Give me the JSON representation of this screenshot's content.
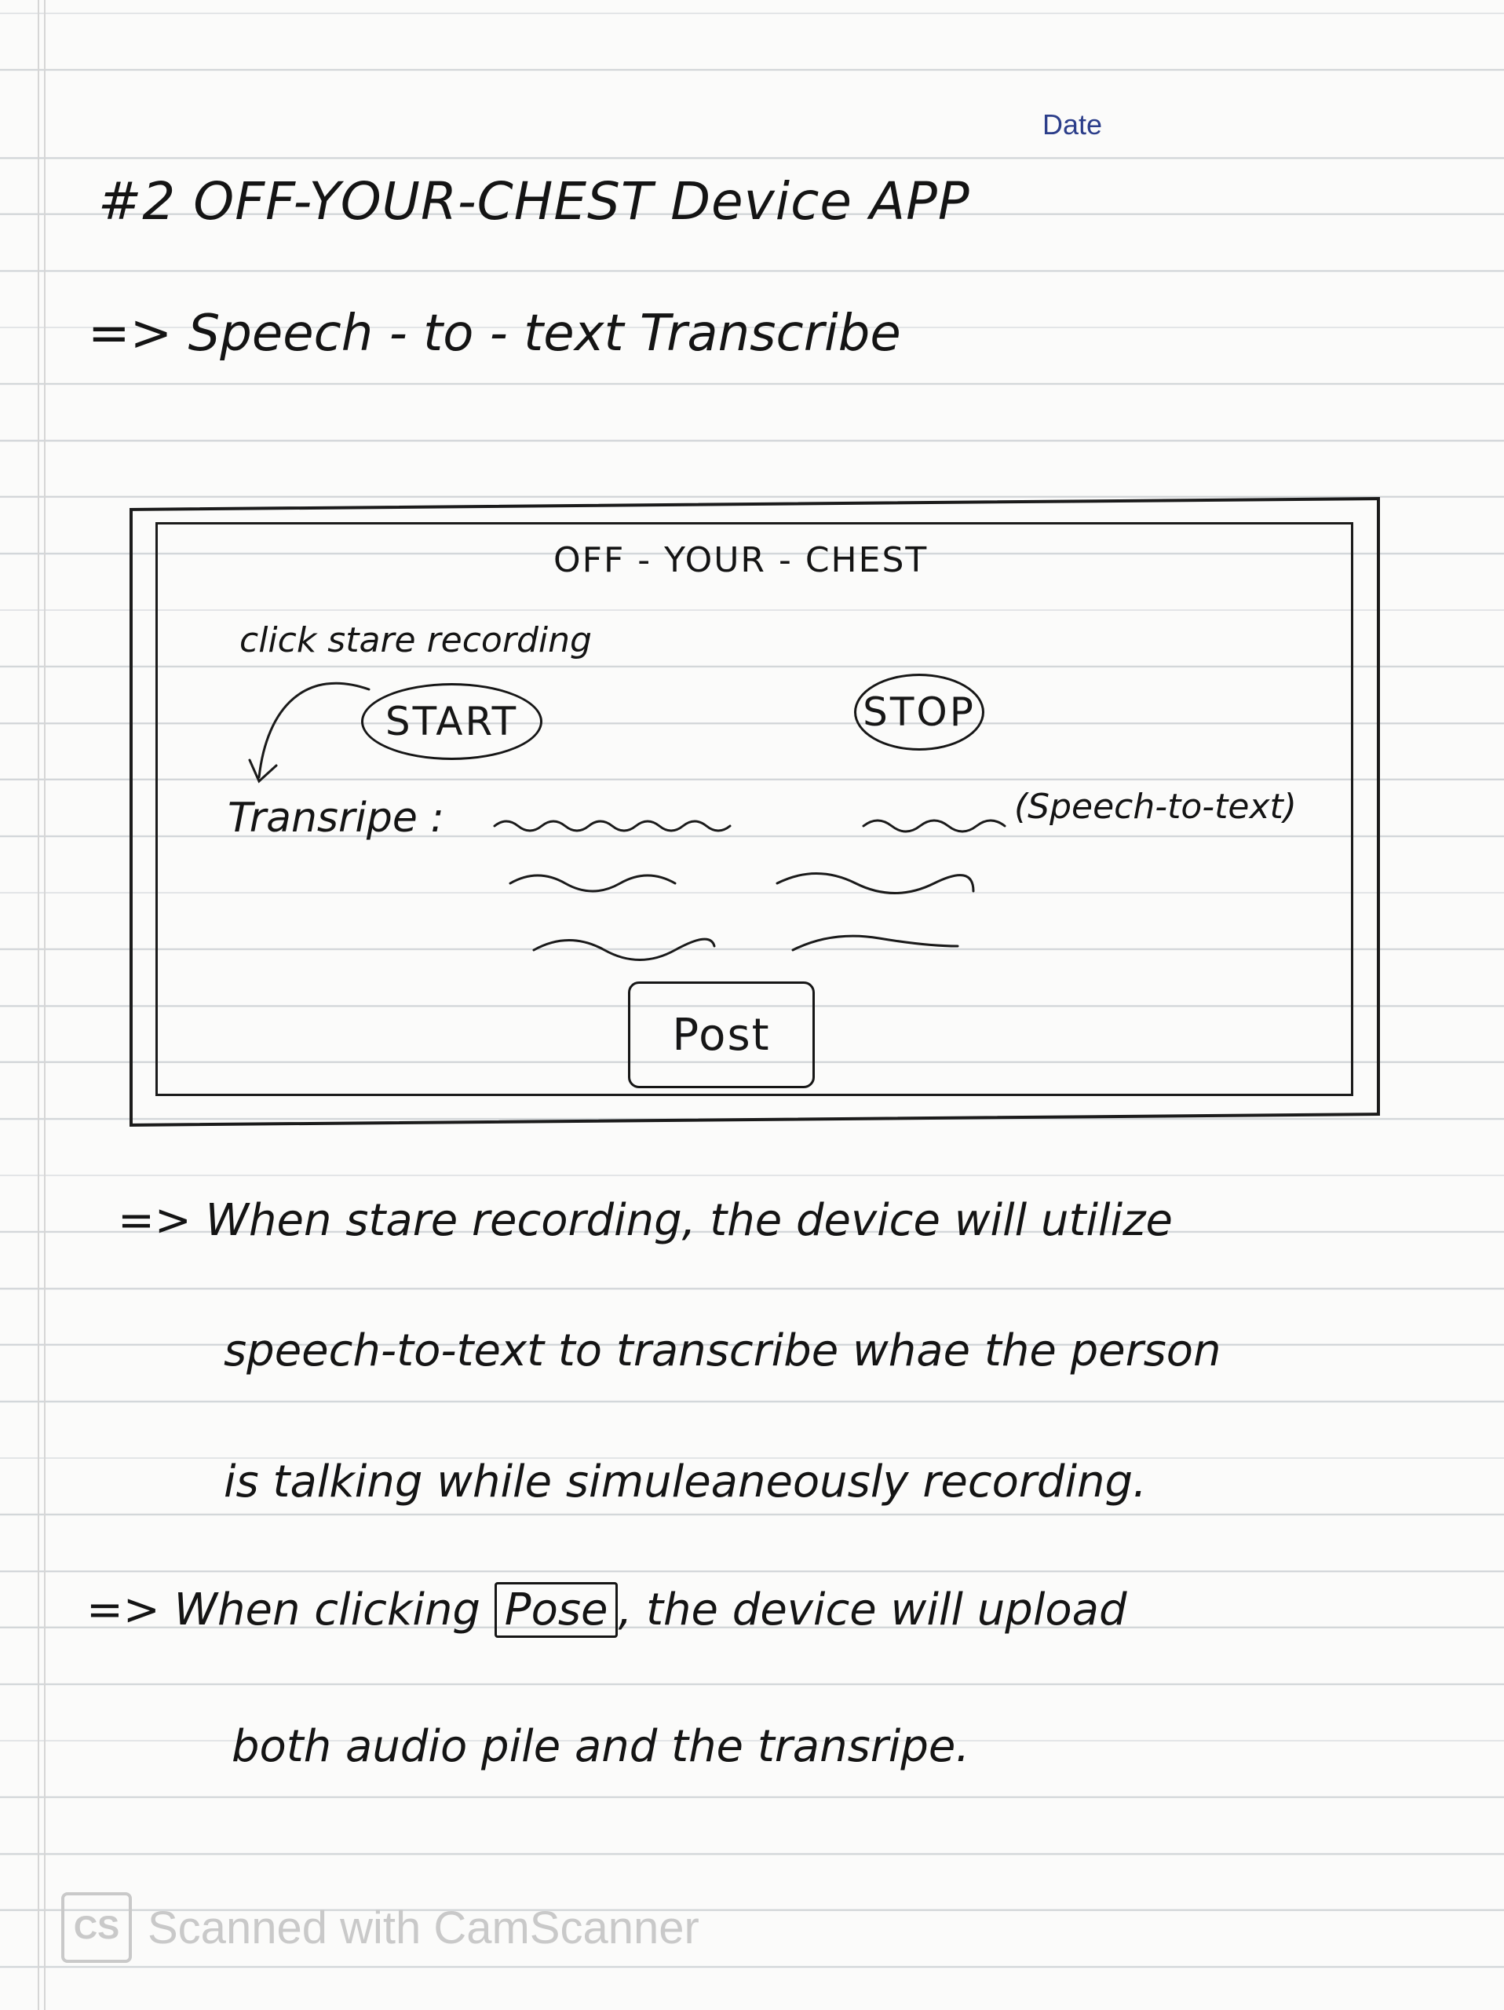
{
  "header": {
    "date_label": "Date"
  },
  "title": "#2 OFF-YOUR-CHEST Device APP",
  "subtitle": "=> Speech - to - text Transcribe",
  "sketch": {
    "app_title": "OFF - YOUR - CHEST",
    "hint": "click stare recording",
    "start_button": "START",
    "stop_button": "STOP",
    "transcribe_label": "Transripe :",
    "speech_note": "(Speech-to-text)",
    "post_button": "Post"
  },
  "notes": {
    "line1": "=> When stare recording, the device will utilize",
    "line2": "speech-to-text to transcribe whae the person",
    "line3": "is talking while simuleaneously recording.",
    "line4_prefix": "=> When clicking",
    "line4_boxed": "Pose",
    "line4_suffix": ", the device will upload",
    "line5": "both audio pile and the transripe."
  },
  "watermark": {
    "logo_text": "CS",
    "text": "Scanned with CamScanner"
  }
}
